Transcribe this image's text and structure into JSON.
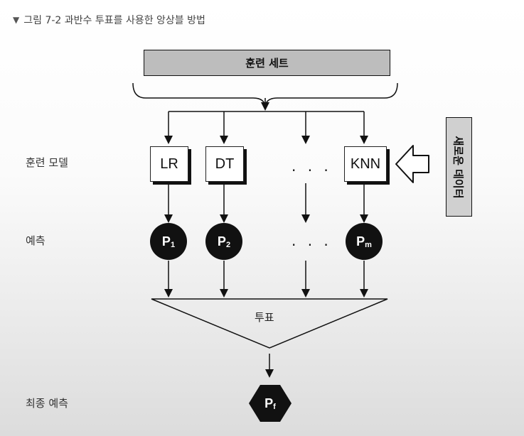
{
  "caption": {
    "icon": "chevron-down-icon",
    "text": "그림 7-2 과반수 투표를 사용한 앙상블 방법"
  },
  "training_set": "훈련 세트",
  "row_labels": {
    "models": "훈련 모델",
    "predictions": "예측",
    "final": "최종 예측"
  },
  "models": [
    "LR",
    "DT",
    "KNN"
  ],
  "predictions": [
    {
      "base": "P",
      "sub": "1"
    },
    {
      "base": "P",
      "sub": "2"
    },
    {
      "base": "P",
      "sub": "m"
    }
  ],
  "ellipsis": "· · ·",
  "vote": "투표",
  "final_prediction": {
    "base": "P",
    "sub": "f"
  },
  "new_data": "새로운 데이터"
}
